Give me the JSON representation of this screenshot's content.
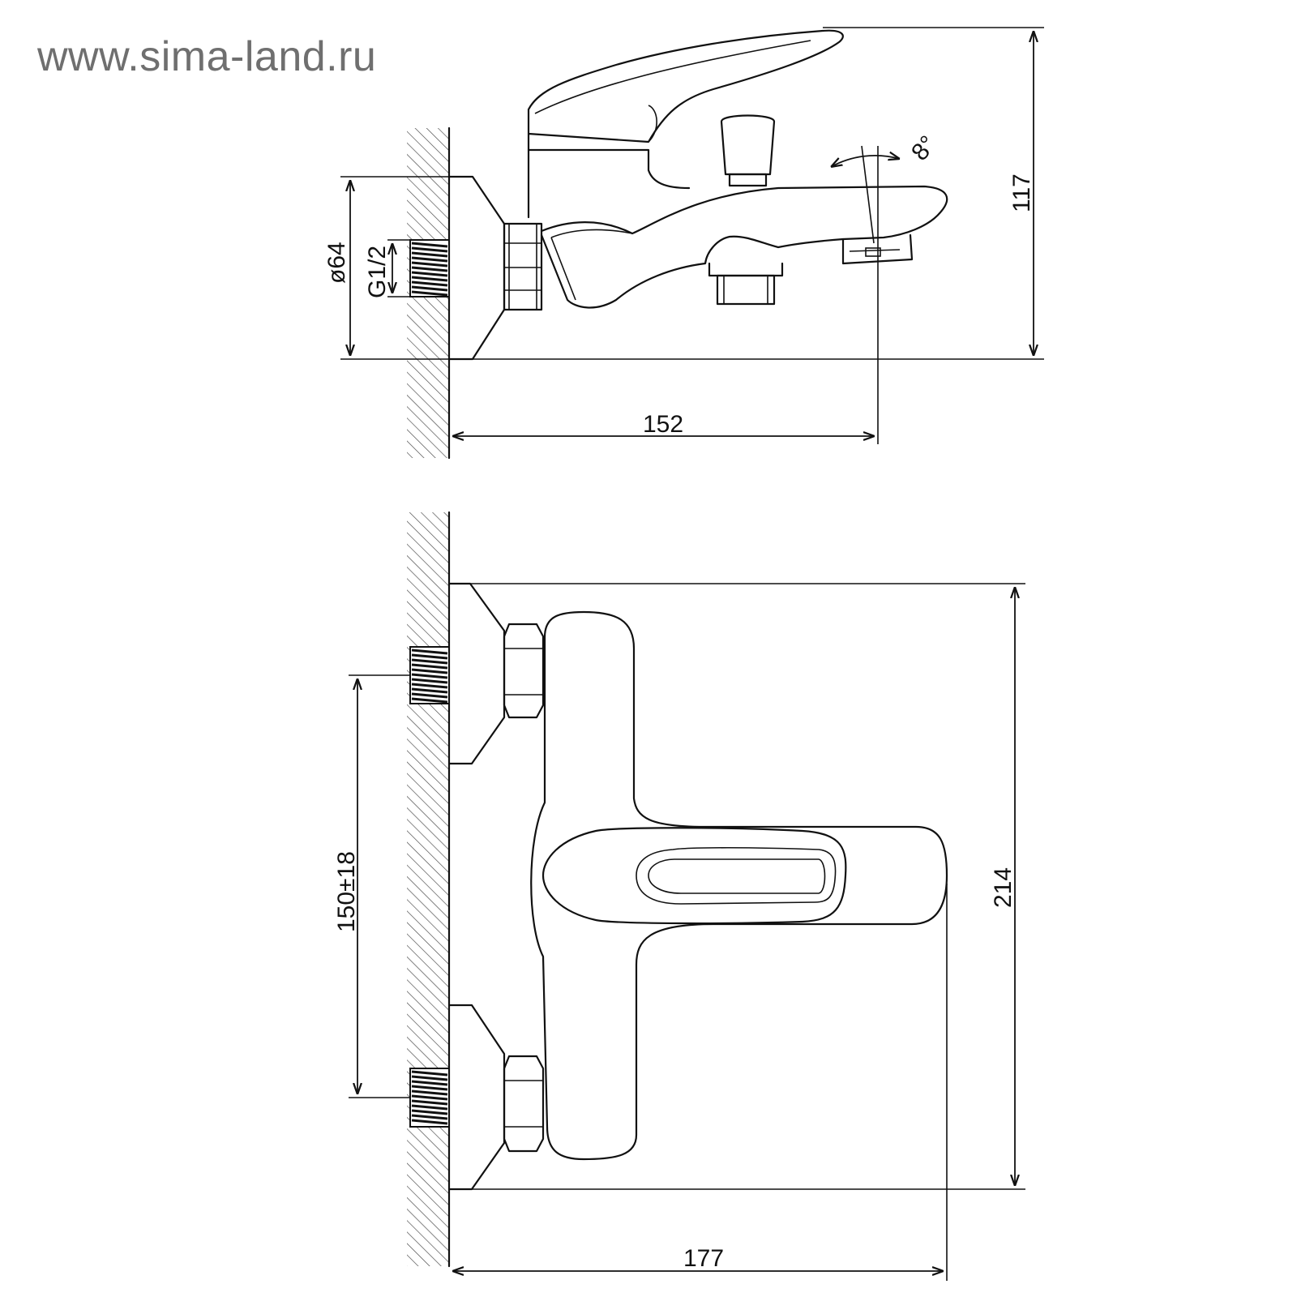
{
  "watermark": "www.sima-land.ru",
  "side_view": {
    "dim_diameter": "ø64",
    "dim_thread": "G1/2",
    "dim_height": "117",
    "dim_length": "152",
    "dim_angle": "8°"
  },
  "top_view": {
    "dim_spacing": "150±18",
    "dim_width": "214",
    "dim_length": "177"
  }
}
